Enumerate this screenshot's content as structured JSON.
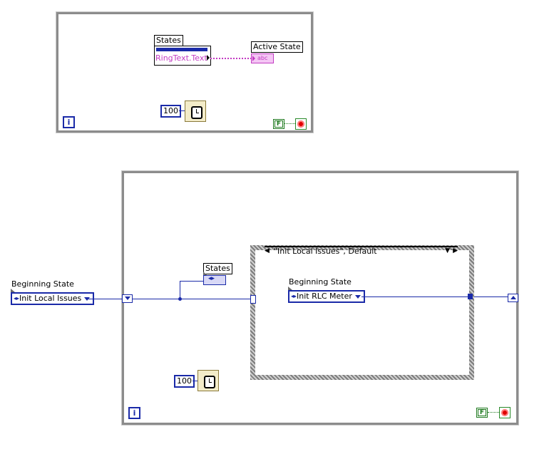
{
  "top_loop": {
    "iteration_label": "i",
    "states_label": "States",
    "property_node_text": "RingText.Text",
    "active_state_label": "Active State",
    "active_state_indicator": "abc",
    "wait_constant": "100",
    "stop_constant": "F",
    "colors": {
      "property_text": "#c23ac2",
      "string_wire": "#c23ac2"
    }
  },
  "bottom_loop": {
    "iteration_label": "i",
    "beginning_state_label": "Beginning State",
    "beginning_state_value": "Init Local Issues",
    "states_label": "States",
    "case_selector": "\"Init Local Issues\", Default",
    "inner_beginning_state_label": "Beginning State",
    "inner_beginning_state_value": "Init RLC Meter",
    "wait_constant": "100",
    "stop_constant": "F",
    "colors": {
      "enum_wire": "#1a2aa8"
    }
  }
}
